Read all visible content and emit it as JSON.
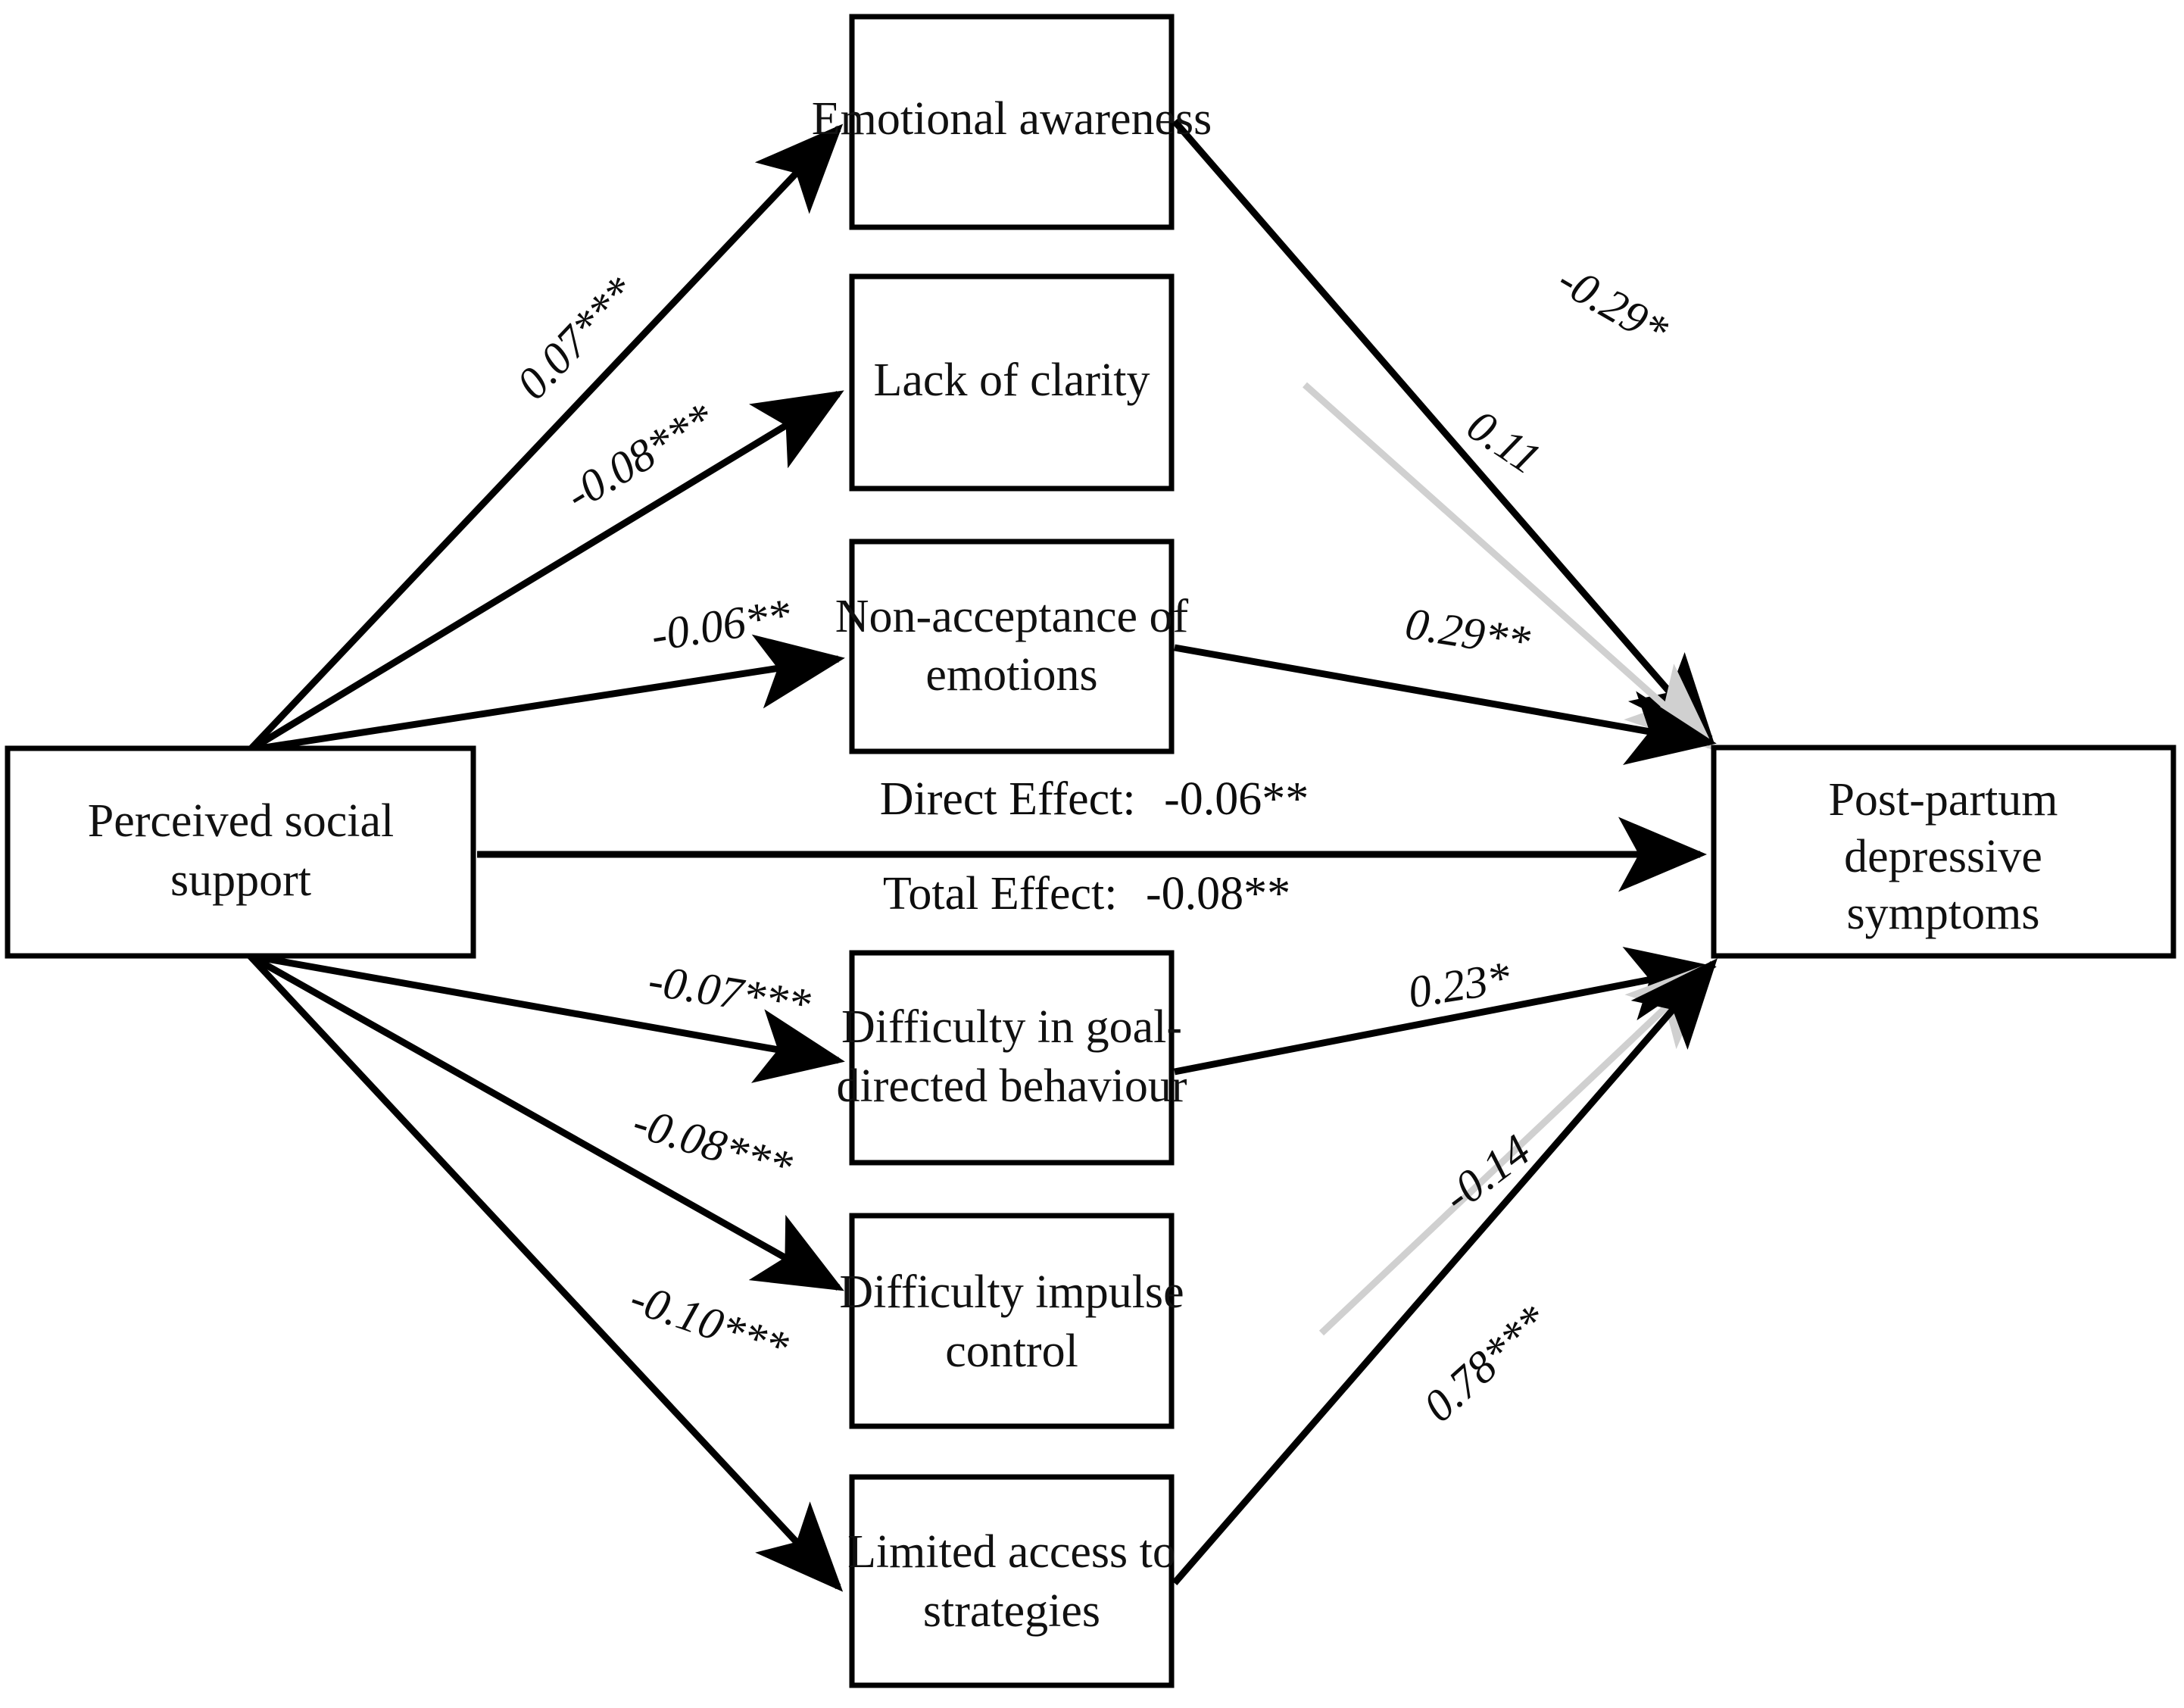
{
  "diagram": {
    "type": "path-analysis-mediation-model",
    "predictor": {
      "label_line1": "Perceived social",
      "label_line2": "support"
    },
    "outcome": {
      "label_line1": "Post-partum",
      "label_line2": "depressive",
      "label_line3": "symptoms"
    },
    "mediators": [
      {
        "id": "emotional-awareness",
        "label_line1": "Emotional awareness",
        "label_line2": ""
      },
      {
        "id": "lack-of-clarity",
        "label_line1": "Lack of clarity",
        "label_line2": ""
      },
      {
        "id": "non-acceptance-of-emotions",
        "label_line1": "Non-acceptance of",
        "label_line2": "emotions"
      },
      {
        "id": "difficulty-goal-directed-behaviour",
        "label_line1": "Difficulty in goal-",
        "label_line2": "directed behaviour"
      },
      {
        "id": "difficulty-impulse-control",
        "label_line1": "Difficulty impulse",
        "label_line2": "control"
      },
      {
        "id": "limited-access-to-strategies",
        "label_line1": "Limited access to",
        "label_line2": "strategies"
      }
    ],
    "a_paths": [
      {
        "to": "emotional-awareness",
        "coefficient": "0.07***"
      },
      {
        "to": "lack-of-clarity",
        "coefficient": "-0.08***"
      },
      {
        "to": "non-acceptance-of-emotions",
        "coefficient": "-0.06**"
      },
      {
        "to": "difficulty-goal-directed-behaviour",
        "coefficient": "-0.07***"
      },
      {
        "to": "difficulty-impulse-control",
        "coefficient": "-0.08***"
      },
      {
        "to": "limited-access-to-strategies",
        "coefficient": "-0.10***"
      }
    ],
    "b_paths": [
      {
        "from": "emotional-awareness",
        "coefficient": "-0.29*",
        "significant": true,
        "color": "#000000"
      },
      {
        "from": "lack-of-clarity",
        "coefficient": "0.11",
        "significant": false,
        "color": "#d0d0d0"
      },
      {
        "from": "non-acceptance-of-emotions",
        "coefficient": "0.29**",
        "significant": true,
        "color": "#000000"
      },
      {
        "from": "difficulty-goal-directed-behaviour",
        "coefficient": "0.23*",
        "significant": true,
        "color": "#000000"
      },
      {
        "from": "difficulty-impulse-control",
        "coefficient": "-0.14",
        "significant": false,
        "color": "#d0d0d0"
      },
      {
        "from": "limited-access-to-strategies",
        "coefficient": "0.78***",
        "significant": true,
        "color": "#000000"
      }
    ],
    "direct_effect": {
      "label": "Direct Effect:",
      "value": "-0.06**"
    },
    "total_effect": {
      "label": "Total Effect:",
      "value": "-0.08**"
    },
    "colors": {
      "line": "#000000",
      "nonsignificant_line": "#d0d0d0",
      "box_fill": "#ffffff",
      "text": "#111111"
    }
  }
}
